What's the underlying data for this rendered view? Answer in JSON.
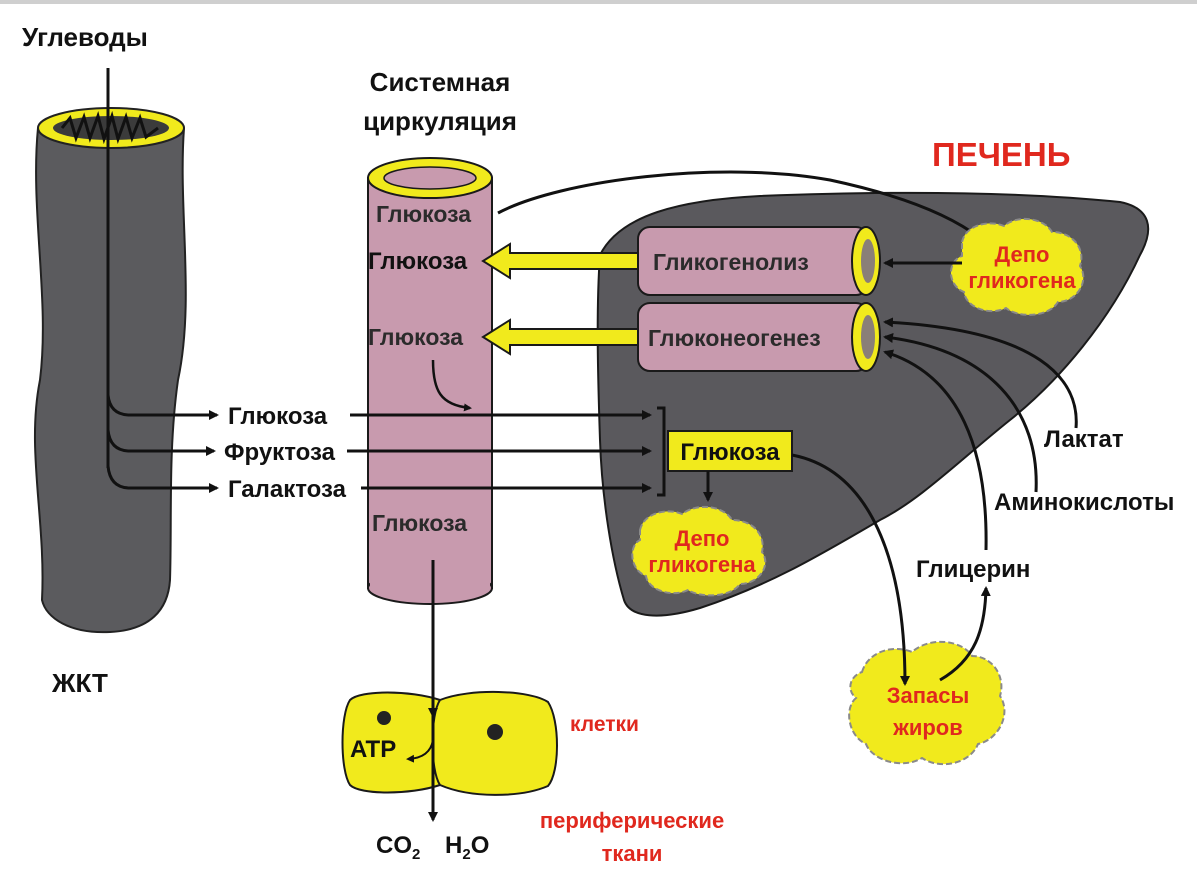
{
  "labels": {
    "carbohydrates": "Углеводы",
    "gi_tract": "ЖКТ",
    "systemic_circulation_line1": "Системная",
    "systemic_circulation_line2": "циркуляция",
    "liver": "ПЕЧЕНЬ"
  },
  "circulation": {
    "glucose_labels": [
      "Глюкоза",
      "Глюкоза",
      "Глюкоза",
      "Глюкоза"
    ]
  },
  "absorbed": [
    "Глюкоза",
    "Фруктоза",
    "Галактоза"
  ],
  "liver": {
    "glycogenolysis": "Гликогенолиз",
    "gluconeogenesis": "Глюконеогенез",
    "glucose": "Глюкоза",
    "glycogen_depot_line1": "Депо",
    "glycogen_depot_line2": "гликогена"
  },
  "substrates": {
    "lactate": "Лактат",
    "amino_acids": "Аминокислоты",
    "glycerol": "Глицерин"
  },
  "fat": {
    "line1": "Запасы",
    "line2": "жиров"
  },
  "cells": {
    "atp": "ATP",
    "label": "клетки",
    "peripheral_line1": "периферические",
    "peripheral_line2": "ткани"
  },
  "products": {
    "co2_main": "CO",
    "co2_sub": "2",
    "h2o_h": "H",
    "h2o_sub": "2",
    "h2o_o": "O"
  },
  "colors": {
    "vessel_pink": "#c89aae",
    "highlight_yellow": "#f1ea1c",
    "tissue_gray": "#5a595d",
    "accent_red": "#e0281e"
  }
}
